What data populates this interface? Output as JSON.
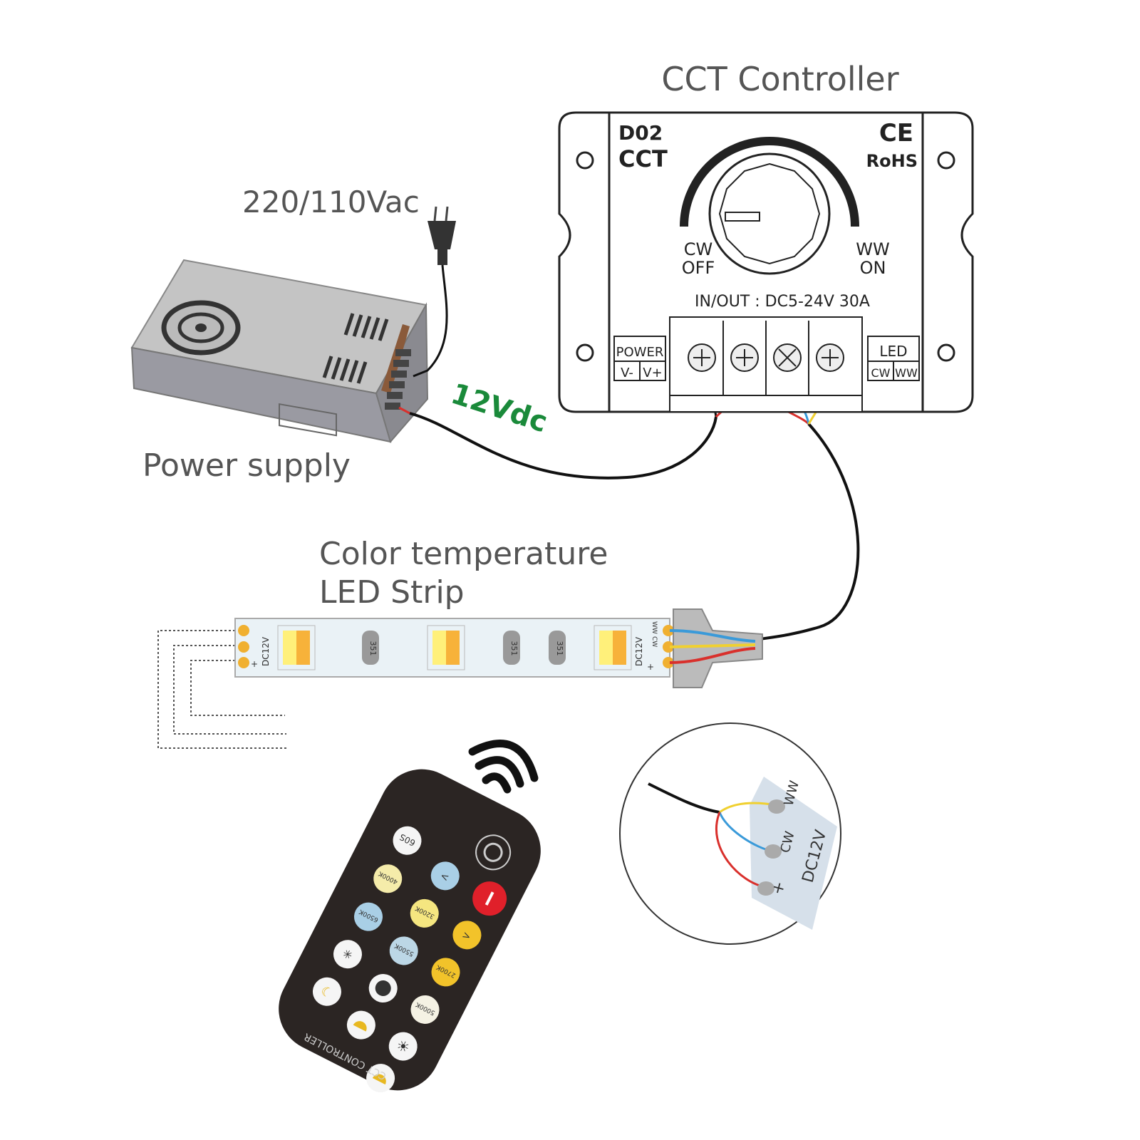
{
  "labels": {
    "controller_title": "CCT Controller",
    "ac_input": "220/110Vac",
    "power_supply": "Power supply",
    "dc_voltage": "12Vdc",
    "strip_title_line1": "Color temperature",
    "strip_title_line2": "LED Strip"
  },
  "controller": {
    "model": "D02",
    "type": "CCT",
    "cert_ce": "CE",
    "cert_rohs": "RoHS",
    "left_label_1": "CW",
    "left_label_2": "OFF",
    "right_label_1": "WW",
    "right_label_2": "ON",
    "rating": "IN/OUT : DC5-24V 30A",
    "power_box": "POWER",
    "power_neg": "V-",
    "power_pos": "V+",
    "led_box": "LED",
    "led_cw": "CW",
    "led_ww": "WW"
  },
  "strip": {
    "pad_ww": "WW",
    "pad_cw": "CW",
    "pad_plus": "+",
    "voltage": "DC12V",
    "resistor_code": "351"
  },
  "detail": {
    "ww": "WW",
    "cw": "CW",
    "plus": "+",
    "voltage": "DC12V"
  },
  "remote": {
    "brand": "CCT CONTROLLER",
    "buttons": [
      "60S",
      "4000K",
      "3200K",
      "2700K",
      "6500K",
      "5500K",
      "5000K"
    ]
  },
  "colors": {
    "wire_red": "#d9302c",
    "wire_blue": "#3a9ad9",
    "wire_yellow": "#f0d030",
    "dc_green": "#1a8a3a",
    "remote_body": "#2b2523"
  }
}
